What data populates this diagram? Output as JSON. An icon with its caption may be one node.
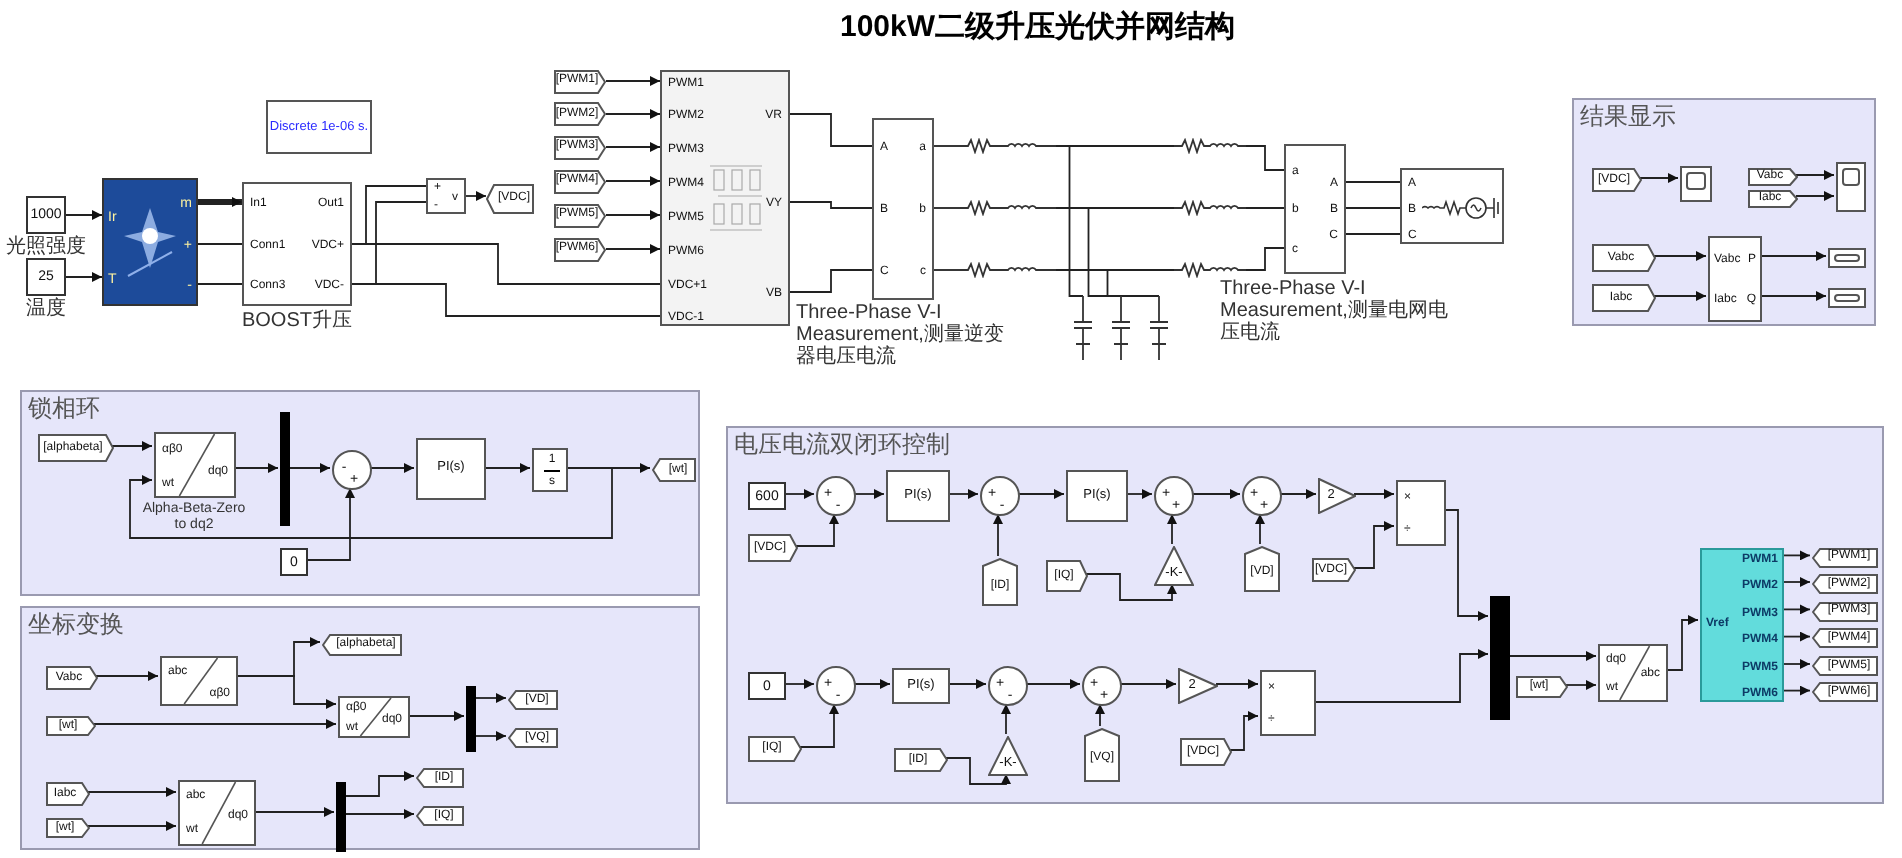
{
  "diagram": {
    "title": "100kW二级升压光伏并网结构",
    "nodes": [
      {
        "text": [
          "1000"
        ],
        "beside": [
          "光照强度"
        ]
      },
      {
        "text": [
          "25"
        ],
        "beside": [
          "温度"
        ]
      },
      {
        "text": [
          "Ir",
          "T",
          "m",
          "+",
          "-"
        ]
      },
      {
        "text": [
          "In1",
          "Out1",
          "Conn1",
          "VDC+",
          "Conn3",
          "VDC-"
        ],
        "beside": [
          "BOOST升压"
        ]
      },
      {
        "text": [
          "Discrete 1e-06 s."
        ]
      },
      {
        "text": [
          "+",
          "-",
          "v"
        ]
      },
      {
        "text": [
          "[VDC]"
        ]
      },
      {
        "text": [
          "[PWM1]"
        ]
      },
      {
        "text": [
          "[PWM2]"
        ]
      },
      {
        "text": [
          "[PWM3]"
        ]
      },
      {
        "text": [
          "[PWM4]"
        ]
      },
      {
        "text": [
          "[PWM5]"
        ]
      },
      {
        "text": [
          "[PWM6]"
        ]
      },
      {
        "text": [
          "PWM1",
          "PWM2",
          "PWM3",
          "PWM4",
          "PWM5",
          "PWM6",
          "VDC+1",
          "VDC-1",
          "VR",
          "VY",
          "VB"
        ]
      },
      {
        "text": [
          "A",
          "B",
          "C",
          "a",
          "b",
          "c"
        ],
        "beside": [
          "Three-Phase V-I Measurement,测量逆变器电压电流"
        ]
      },
      {
        "text": [],
        "shape": "coil"
      },
      {
        "text": [],
        "shape": "coil"
      },
      {
        "text": [],
        "shape": "coil"
      },
      {
        "text": [],
        "shape": "capacitor"
      },
      {
        "text": [],
        "shape": "capacitor"
      },
      {
        "text": [],
        "shape": "capacitor"
      },
      {
        "text": [],
        "shape": "coil"
      },
      {
        "text": [],
        "shape": "coil"
      },
      {
        "text": [],
        "shape": "coil"
      },
      {
        "text": [
          "a",
          "b",
          "c",
          "A",
          "B",
          "C"
        ],
        "beside": [
          "Three-Phase V-I Measurement,测量电网电压电流"
        ]
      },
      {
        "text": [
          "A",
          "B",
          "C"
        ]
      },
      {
        "text": [
          "结果显示"
        ]
      },
      {
        "text": [
          "[VDC]"
        ],
        "in": 26
      },
      {
        "text": [],
        "shape": "box",
        "in": 26
      },
      {
        "text": [
          "Vabc"
        ],
        "in": 26
      },
      {
        "text": [
          "Iabc"
        ],
        "in": 26
      },
      {
        "text": [],
        "shape": "box",
        "in": 26
      },
      {
        "text": [
          "Vabc"
        ],
        "in": 26
      },
      {
        "text": [
          "Iabc"
        ],
        "in": 26
      },
      {
        "text": [
          "Vabc",
          "P",
          "Iabc",
          "Q"
        ],
        "in": 26
      },
      {
        "text": [],
        "shape": "box",
        "in": 26
      },
      {
        "text": [],
        "shape": "box",
        "in": 26
      },
      {
        "text": [
          "锁相环"
        ]
      },
      {
        "text": [
          "[alphabeta]"
        ],
        "in": 37
      },
      {
        "text": [
          "αβ0",
          "wt",
          "dq0"
        ],
        "in": 37,
        "beside": [
          "Alpha-Beta-Zero to dq2"
        ]
      },
      {
        "text": [],
        "shape": "bar",
        "in": 37
      },
      {
        "text": [
          "-",
          "+"
        ],
        "in": 37
      },
      {
        "text": [
          "PI(s)"
        ],
        "in": 37
      },
      {
        "text": [
          "1",
          "s"
        ],
        "in": 37
      },
      {
        "text": [
          "[wt]"
        ],
        "in": 37
      },
      {
        "text": [
          "0"
        ],
        "in": 37
      },
      {
        "text": [
          "坐标变换"
        ]
      },
      {
        "text": [
          "Vabc"
        ],
        "in": 46
      },
      {
        "text": [
          "abc",
          "αβ0"
        ],
        "in": 46
      },
      {
        "text": [
          "[alphabeta]"
        ],
        "in": 46
      },
      {
        "text": [
          "αβ0",
          "wt",
          "dq0"
        ],
        "in": 46
      },
      {
        "text": [
          "[wt]"
        ],
        "in": 46
      },
      {
        "text": [],
        "shape": "bar",
        "in": 46
      },
      {
        "text": [
          "[VD]"
        ],
        "in": 46
      },
      {
        "text": [
          "[VQ]"
        ],
        "in": 46
      },
      {
        "text": [
          "Iabc"
        ],
        "in": 46
      },
      {
        "text": [
          "[wt]"
        ],
        "in": 46
      },
      {
        "text": [
          "abc",
          "wt",
          "dq0"
        ],
        "in": 46
      },
      {
        "text": [],
        "shape": "bar",
        "in": 46
      },
      {
        "text": [
          "[ID]"
        ],
        "in": 46
      },
      {
        "text": [
          "[IQ]"
        ],
        "in": 46
      },
      {
        "text": [
          "电压电流双闭环控制"
        ]
      },
      {
        "text": [
          "600"
        ],
        "in": 61
      },
      {
        "text": [
          "[VDC]"
        ],
        "in": 61
      },
      {
        "text": [
          "+",
          "-"
        ],
        "in": 61
      },
      {
        "text": [
          "PI(s)"
        ],
        "in": 61
      },
      {
        "text": [
          "+",
          "-"
        ],
        "in": 61
      },
      {
        "text": [
          "[ID]"
        ],
        "in": 61
      },
      {
        "text": [
          "PI(s)"
        ],
        "in": 61
      },
      {
        "text": [
          "+",
          "+"
        ],
        "in": 61
      },
      {
        "text": [
          "[IQ]"
        ],
        "in": 61
      },
      {
        "text": [
          "-K-"
        ],
        "in": 61
      },
      {
        "text": [
          "+",
          "+"
        ],
        "in": 61
      },
      {
        "text": [
          "[VD]"
        ],
        "in": 61
      },
      {
        "text": [
          "2"
        ],
        "in": 61
      },
      {
        "text": [
          "×",
          "÷"
        ],
        "in": 61
      },
      {
        "text": [
          "[VDC]"
        ],
        "in": 61
      },
      {
        "text": [],
        "shape": "bar",
        "in": 61
      },
      {
        "text": [
          "dq0",
          "wt",
          "abc"
        ],
        "in": 61
      },
      {
        "text": [
          "[wt]"
        ],
        "in": 61
      },
      {
        "text": [
          "Vref",
          "PWM1",
          "PWM2",
          "PWM3",
          "PWM4",
          "PWM5",
          "PWM6"
        ],
        "in": 61
      },
      {
        "text": [
          "[PWM1]"
        ],
        "in": 61
      },
      {
        "text": [
          "[PWM2]"
        ],
        "in": 61
      },
      {
        "text": [
          "[PWM3]"
        ],
        "in": 61
      },
      {
        "text": [
          "[PWM4]"
        ],
        "in": 61
      },
      {
        "text": [
          "[PWM5]"
        ],
        "in": 61
      },
      {
        "text": [
          "[PWM6]"
        ],
        "in": 61
      },
      {
        "text": [
          "0"
        ],
        "in": 61
      },
      {
        "text": [
          "[IQ]"
        ],
        "in": 61
      },
      {
        "text": [
          "+",
          "-"
        ],
        "in": 61
      },
      {
        "text": [
          "PI(s)"
        ],
        "in": 61
      },
      {
        "text": [
          "+",
          "-"
        ],
        "in": 61
      },
      {
        "text": [
          "[ID]"
        ],
        "in": 61
      },
      {
        "text": [
          "-K-"
        ],
        "in": 61
      },
      {
        "text": [
          "+",
          "+"
        ],
        "in": 61
      },
      {
        "text": [
          "[VQ]"
        ],
        "in": 61
      },
      {
        "text": [
          "2"
        ],
        "in": 61
      },
      {
        "text": [
          "×",
          "÷"
        ],
        "in": 61
      },
      {
        "text": [
          "[VDC]"
        ],
        "in": 61
      }
    ],
    "edges": [
      {
        "from": 0,
        "to": 2,
        "arrow": "to"
      },
      {
        "from": 1,
        "to": 2,
        "arrow": "to"
      },
      {
        "from": 2,
        "to": 3,
        "arrow": "to",
        "style": "thick"
      },
      {
        "from": 2,
        "to": 3,
        "arrow": "none"
      },
      {
        "from": 2,
        "to": 3,
        "arrow": "none"
      },
      {
        "from": 3,
        "to": 13,
        "arrow": "none"
      },
      {
        "from": 3,
        "to": 13,
        "arrow": "none"
      },
      {
        "from": 3,
        "to": 5,
        "arrow": "none"
      },
      {
        "from": 3,
        "to": 5,
        "arrow": "none"
      },
      {
        "from": 5,
        "to": 6,
        "arrow": "to"
      },
      {
        "from": 7,
        "to": 13,
        "arrow": "to"
      },
      {
        "from": 8,
        "to": 13,
        "arrow": "to"
      },
      {
        "from": 9,
        "to": 13,
        "arrow": "to"
      },
      {
        "from": 10,
        "to": 13,
        "arrow": "to"
      },
      {
        "from": 11,
        "to": 13,
        "arrow": "to"
      },
      {
        "from": 12,
        "to": 13,
        "arrow": "to"
      },
      {
        "from": 13,
        "to": 14,
        "arrow": "none"
      },
      {
        "from": 13,
        "to": 14,
        "arrow": "none"
      },
      {
        "from": 13,
        "to": 14,
        "arrow": "none"
      },
      {
        "from": 14,
        "to": 15,
        "arrow": "none"
      },
      {
        "from": 14,
        "to": 16,
        "arrow": "none"
      },
      {
        "from": 14,
        "to": 17,
        "arrow": "none"
      },
      {
        "from": 15,
        "to": 21,
        "arrow": "none"
      },
      {
        "from": 16,
        "to": 22,
        "arrow": "none"
      },
      {
        "from": 17,
        "to": 23,
        "arrow": "none"
      },
      {
        "from": 15,
        "to": 18,
        "arrow": "none"
      },
      {
        "from": 16,
        "to": 19,
        "arrow": "none"
      },
      {
        "from": 17,
        "to": 20,
        "arrow": "none"
      },
      {
        "from": 21,
        "to": 24,
        "arrow": "none"
      },
      {
        "from": 22,
        "to": 24,
        "arrow": "none"
      },
      {
        "from": 23,
        "to": 24,
        "arrow": "none"
      },
      {
        "from": 24,
        "to": 25,
        "arrow": "none"
      },
      {
        "from": 24,
        "to": 25,
        "arrow": "none"
      },
      {
        "from": 24,
        "to": 25,
        "arrow": "none"
      },
      {
        "from": 27,
        "to": 28,
        "arrow": "to"
      },
      {
        "from": 29,
        "to": 31,
        "arrow": "to"
      },
      {
        "from": 30,
        "to": 31,
        "arrow": "to"
      },
      {
        "from": 32,
        "to": 34,
        "arrow": "to"
      },
      {
        "from": 33,
        "to": 34,
        "arrow": "to"
      },
      {
        "from": 34,
        "to": 35,
        "arrow": "to"
      },
      {
        "from": 34,
        "to": 36,
        "arrow": "to"
      },
      {
        "from": 38,
        "to": 39,
        "arrow": "to"
      },
      {
        "from": 39,
        "to": 40,
        "arrow": "to"
      },
      {
        "from": 40,
        "to": 41,
        "arrow": "to"
      },
      {
        "from": 41,
        "to": 42,
        "arrow": "to"
      },
      {
        "from": 42,
        "to": 43,
        "arrow": "to"
      },
      {
        "from": 43,
        "to": 44,
        "arrow": "to"
      },
      {
        "from": 43,
        "to": 39,
        "arrow": "to"
      },
      {
        "from": 45,
        "to": 41,
        "arrow": "to"
      },
      {
        "from": 47,
        "to": 48,
        "arrow": "to"
      },
      {
        "from": 48,
        "to": 49,
        "arrow": "to"
      },
      {
        "from": 48,
        "to": 50,
        "arrow": "to"
      },
      {
        "from": 51,
        "to": 50,
        "arrow": "to"
      },
      {
        "from": 50,
        "to": 52,
        "arrow": "to"
      },
      {
        "from": 52,
        "to": 53,
        "arrow": "to"
      },
      {
        "from": 52,
        "to": 54,
        "arrow": "to"
      },
      {
        "from": 55,
        "to": 57,
        "arrow": "to"
      },
      {
        "from": 56,
        "to": 57,
        "arrow": "to"
      },
      {
        "from": 57,
        "to": 58,
        "arrow": "to"
      },
      {
        "from": 58,
        "to": 59,
        "arrow": "to"
      },
      {
        "from": 58,
        "to": 60,
        "arrow": "to"
      },
      {
        "from": 62,
        "to": 64,
        "arrow": "to"
      },
      {
        "from": 63,
        "to": 64,
        "arrow": "to"
      },
      {
        "from": 64,
        "to": 65,
        "arrow": "to"
      },
      {
        "from": 65,
        "to": 66,
        "arrow": "to"
      },
      {
        "from": 67,
        "to": 66,
        "arrow": "to"
      },
      {
        "from": 66,
        "to": 68,
        "arrow": "to"
      },
      {
        "from": 68,
        "to": 69,
        "arrow": "to"
      },
      {
        "from": 70,
        "to": 71,
        "arrow": "to"
      },
      {
        "from": 71,
        "to": 69,
        "arrow": "to"
      },
      {
        "from": 69,
        "to": 72,
        "arrow": "to"
      },
      {
        "from": 73,
        "to": 72,
        "arrow": "to"
      },
      {
        "from": 72,
        "to": 74,
        "arrow": "to"
      },
      {
        "from": 74,
        "to": 75,
        "arrow": "to"
      },
      {
        "from": 76,
        "to": 75,
        "arrow": "to"
      },
      {
        "from": 75,
        "to": 77,
        "arrow": "to"
      },
      {
        "from": 77,
        "to": 78,
        "arrow": "to"
      },
      {
        "from": 79,
        "to": 78,
        "arrow": "to"
      },
      {
        "from": 78,
        "to": 80,
        "arrow": "to"
      },
      {
        "from": 80,
        "to": 81,
        "arrow": "to"
      },
      {
        "from": 80,
        "to": 82,
        "arrow": "to"
      },
      {
        "from": 80,
        "to": 83,
        "arrow": "to"
      },
      {
        "from": 80,
        "to": 84,
        "arrow": "to"
      },
      {
        "from": 80,
        "to": 85,
        "arrow": "to"
      },
      {
        "from": 80,
        "to": 86,
        "arrow": "to"
      },
      {
        "from": 87,
        "to": 89,
        "arrow": "to"
      },
      {
        "from": 88,
        "to": 89,
        "arrow": "to"
      },
      {
        "from": 89,
        "to": 90,
        "arrow": "to"
      },
      {
        "from": 90,
        "to": 91,
        "arrow": "to"
      },
      {
        "from": 92,
        "to": 93,
        "arrow": "to"
      },
      {
        "from": 93,
        "to": 91,
        "arrow": "to"
      },
      {
        "from": 91,
        "to": 94,
        "arrow": "to"
      },
      {
        "from": 95,
        "to": 94,
        "arrow": "to"
      },
      {
        "from": 94,
        "to": 96,
        "arrow": "to"
      },
      {
        "from": 96,
        "to": 97,
        "arrow": "to"
      },
      {
        "from": 98,
        "to": 97,
        "arrow": "to"
      },
      {
        "from": 97,
        "to": 77,
        "arrow": "to"
      }
    ]
  }
}
